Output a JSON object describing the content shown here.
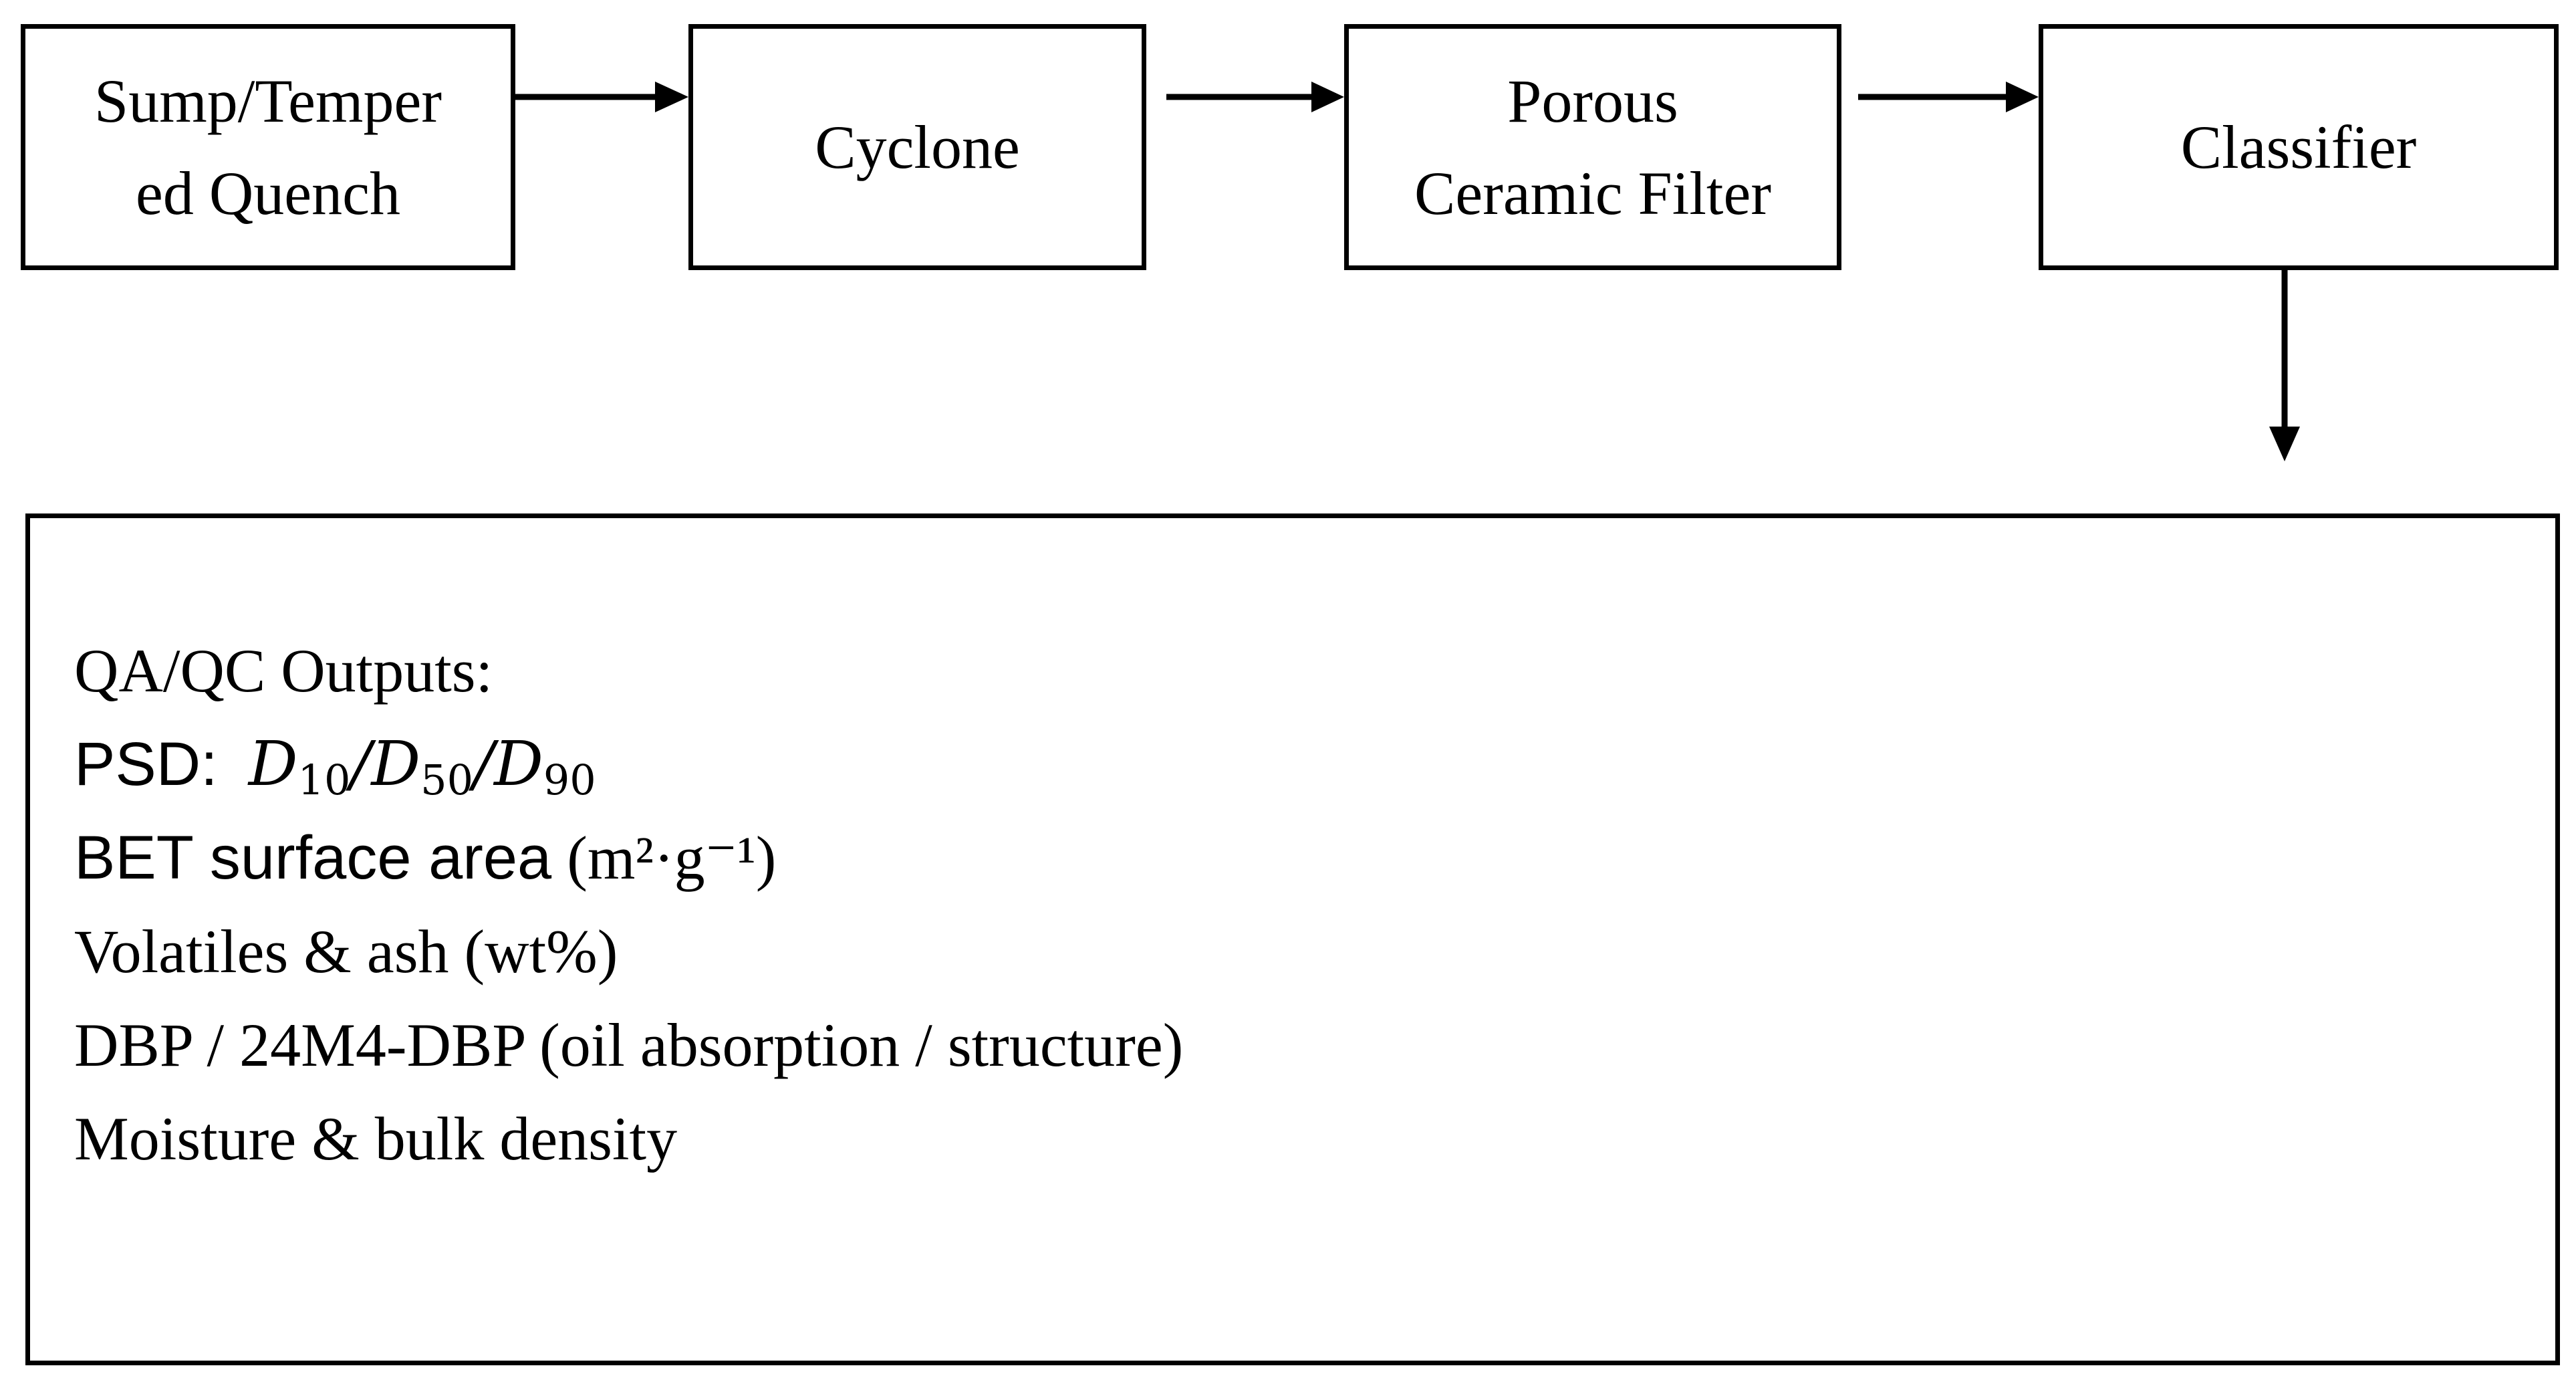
{
  "flow": {
    "steps": [
      {
        "lines": [
          "Sump/Temper",
          "ed Quench"
        ]
      },
      {
        "lines": [
          "Cyclone"
        ]
      },
      {
        "lines": [
          "Porous",
          "Ceramic Filter"
        ]
      },
      {
        "lines": [
          "Classifier"
        ]
      }
    ]
  },
  "outputs": {
    "heading": "QA/QC Outputs:",
    "psd_label": "PSD:",
    "psd_metrics": {
      "symbol": "D",
      "sub_10": "10",
      "sub_50": "50",
      "sub_90": "90",
      "separator": "/"
    },
    "bet_label": "BET surface area",
    "bet_unit": "(m²·g⁻¹)",
    "volatiles": "Volatiles & ash (wt%)",
    "dbp": "DBP / 24M4-DBP (oil absorption / structure)",
    "moisture": "Moisture & bulk density"
  },
  "colors": {
    "stroke": "#000000",
    "background": "#ffffff"
  }
}
